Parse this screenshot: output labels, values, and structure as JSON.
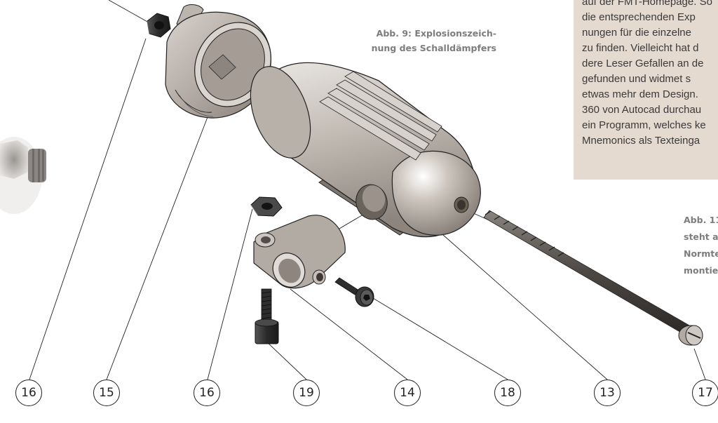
{
  "caption_fig9": {
    "line1": "Abb. 9: Explosionszeich-",
    "line2": "nung des Schalldämpfers"
  },
  "sidebar": {
    "lines": [
      "auf der FMT-Homepage. So",
      "die entsprechenden Exp",
      "nungen für die einzelne",
      "zu finden. Vielleicht hat d",
      "dere Leser Gefallen an de",
      "gefunden und widmet s",
      "etwas mehr dem Design.",
      "360 von Autocad durchau",
      "ein Programm, welches ke",
      "Mnemonics als Texteinga"
    ]
  },
  "caption_fig11": {
    "lines": [
      "Abb. 11",
      "steht a",
      "Normte",
      "montie"
    ]
  },
  "callouts": [
    {
      "label": "16",
      "part": "nut-top"
    },
    {
      "label": "15",
      "part": "end-cap"
    },
    {
      "label": "16",
      "part": "nut-lower"
    },
    {
      "label": "19",
      "part": "screw-vertical"
    },
    {
      "label": "14",
      "part": "clamp"
    },
    {
      "label": "18",
      "part": "screw-small"
    },
    {
      "label": "13",
      "part": "silencer-body"
    },
    {
      "label": "17",
      "part": "long-bolt"
    }
  ],
  "colors": {
    "caption_text": "#7d7d7d",
    "sidebar_bg": "#e4dad0",
    "metal_light": "#e8e4df",
    "metal_mid": "#b5aea7",
    "metal_dark": "#6f6862",
    "black_oxide": "#2e2e2e"
  }
}
